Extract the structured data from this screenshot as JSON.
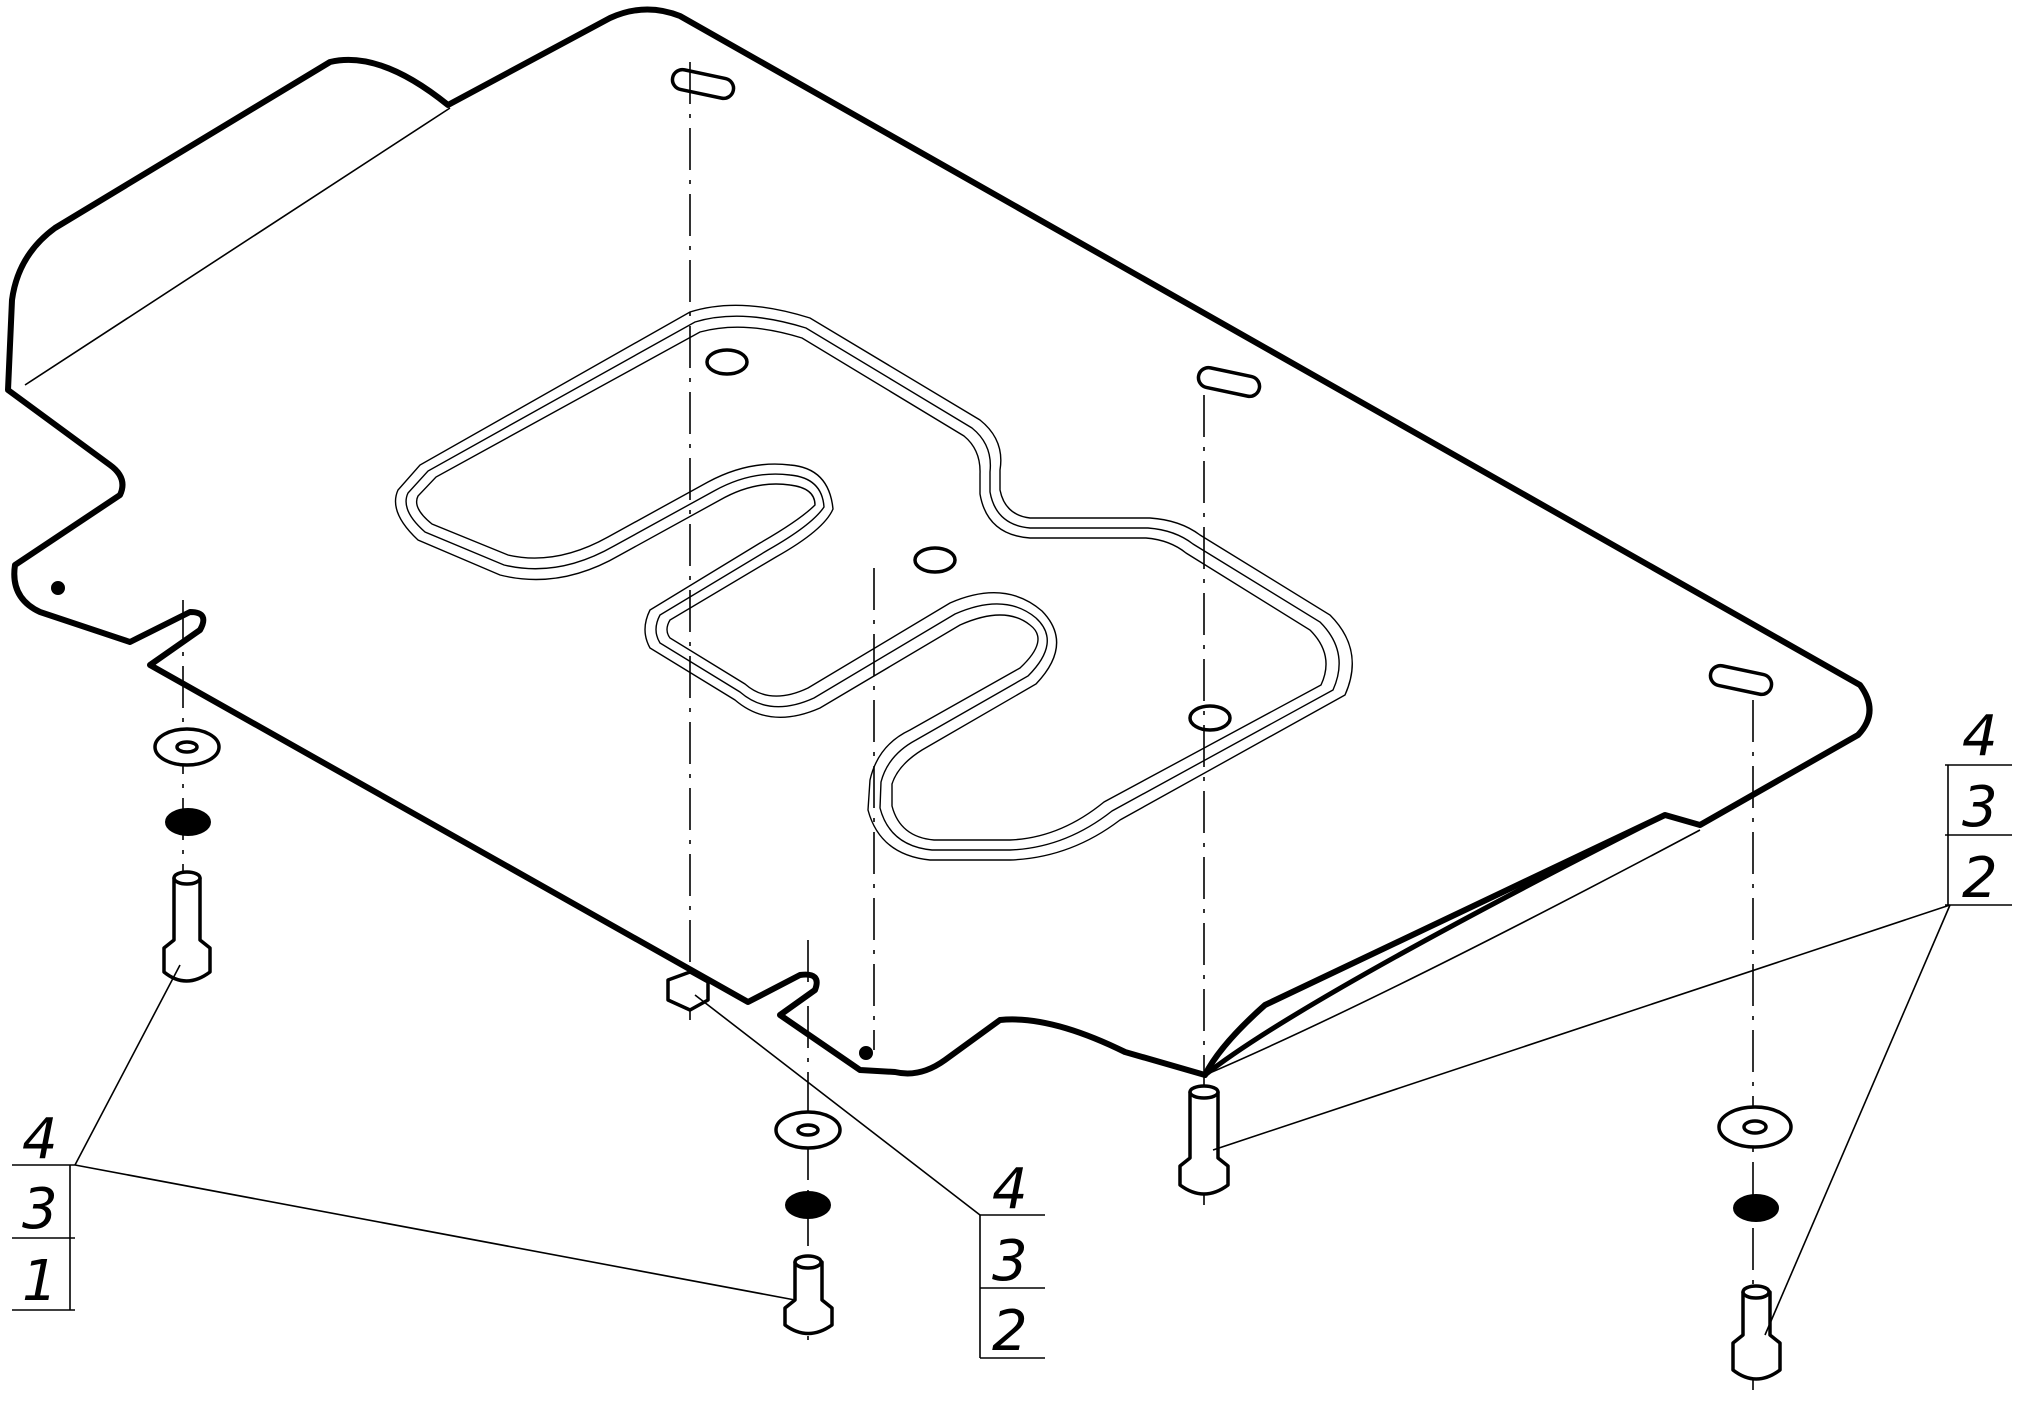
{
  "callouts": [
    {
      "id": "left",
      "lines": [
        "4",
        "3",
        "1"
      ]
    },
    {
      "id": "center",
      "lines": [
        "4",
        "3",
        "2"
      ]
    },
    {
      "id": "right",
      "lines": [
        "4",
        "3",
        "2"
      ]
    }
  ],
  "colors": {
    "line": "#000000",
    "paper": "#ffffff"
  }
}
